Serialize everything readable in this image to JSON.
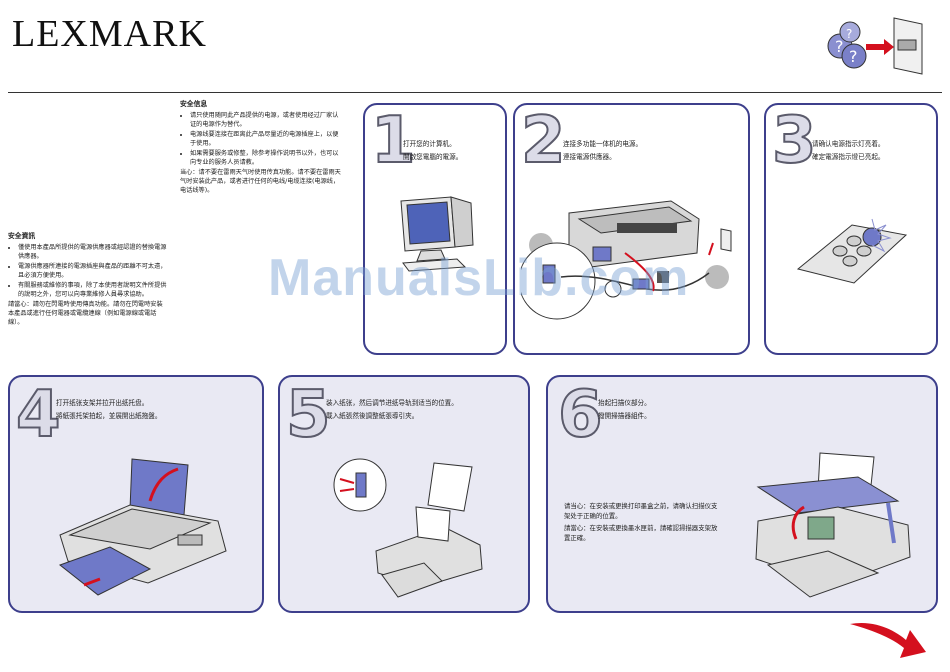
{
  "brand": {
    "name": "LEXMARK"
  },
  "safety_simplified": {
    "title": "安全信息",
    "items": [
      "请只使用随同此产品提供的电源，或者使用经过厂家认证的电源作为替代。",
      "电源线要连接在距离此产品尽量近的电源插座上，以便于使用。",
      "如果需要服务或修整，除参考操作说明书以外，也可以向专业的服务人员请教。"
    ],
    "caution": "当心：请不要在雷雨天气时使用传真功能。请不要在雷雨天气时安装此产品，或者进行任何的电线/电缆连接(电源线，电话线等)。"
  },
  "safety_traditional": {
    "title": "安全資訊",
    "items": [
      "僅使用本產品所提供的電源供應器或經認證的替換電源供應器。",
      "電源供應器所連接的電源插座與產品的距離不可太遠，且必須方便使用。",
      "有關服務或維修的事項，除了本使用者說明文件所提供的說明之外，您可以向專業維修人員尋求協助。"
    ],
    "caution": "請當心：請勿在閃電時使用傳真功能。請勿在閃電時安裝本產品或進行任何電器或電纜連線（例如電源線或電話線）。"
  },
  "steps": [
    {
      "num": "1",
      "line1": "打开您的计算机。",
      "line2": "開啟您電腦的電源。"
    },
    {
      "num": "2",
      "line1": "连接多功能一体机的电源。",
      "line2": "連接電源供應器。"
    },
    {
      "num": "3",
      "line1": "请确认电源指示灯亮着。",
      "line2": "確定電源指示燈已亮起。"
    },
    {
      "num": "4",
      "line1": "打开纸张支架并拉开出纸托盘。",
      "line2": "將紙張托架拍起，並展開出紙拖盤。"
    },
    {
      "num": "5",
      "line1": "装入纸张，然后调节进纸导轨到适当的位置。",
      "line2": "載入紙張然後調整紙張導引夾。"
    },
    {
      "num": "6",
      "line1": "抬起扫描仪部分。",
      "line2": "撥開掃描器組件。"
    }
  ],
  "step6_note": {
    "simplified": "请当心：在安装或更换打印墨盒之前，请确认扫描仪支架处于正确的位置。",
    "traditional": "請當心：在安裝或更換墨水匣前，請確認掃描器支架放置正確。"
  },
  "watermark": "ManualsLib.com",
  "colors": {
    "panel_border": "#3d3f8c",
    "accent_red": "#d4101e",
    "paper_blue": "#6f79c8"
  }
}
